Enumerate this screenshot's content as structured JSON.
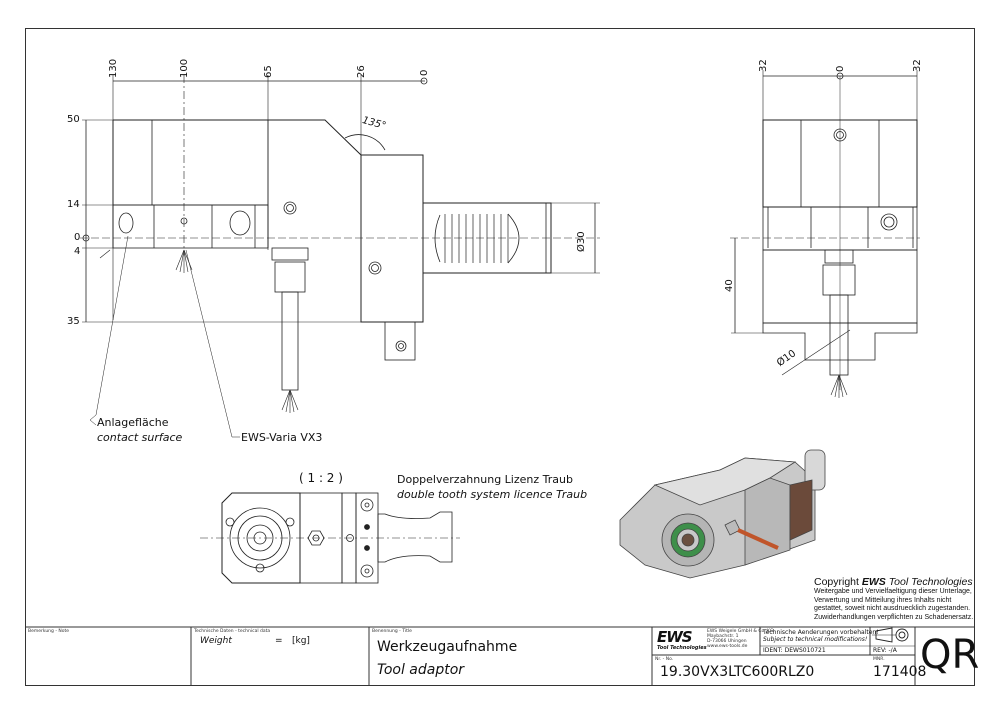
{
  "drawing": {
    "scale_label": "( 1 : 2 )",
    "front_view": {
      "horizontal_dims": [
        "130",
        "100",
        "65",
        "26",
        "0"
      ],
      "vertical_dims": [
        "50",
        "14",
        "0",
        "4",
        "35"
      ],
      "angle": "135°",
      "diameter": "Ø30"
    },
    "side_view": {
      "horizontal_dims": [
        "32",
        "0",
        "32"
      ],
      "vertical_dim": "40",
      "diameter": "Ø10"
    },
    "callouts": {
      "contact_de": "Anlagefläche",
      "contact_en": "contact surface",
      "varia": "EWS-Varia VX3",
      "tooth_de": "Doppelverzahnung Lizenz Traub",
      "tooth_en": "double tooth system licence Traub"
    }
  },
  "copyright": {
    "title_prefix": "Copyright ",
    "title_brand": "EWS",
    "title_suffix": " Tool Technologies",
    "lines": [
      "Weitergabe und Vervielfaeltigung dieser Unterlage,",
      "Verwertung und Mitteilung ihres Inhalts nicht",
      "gestattet, soweit nicht ausdruecklich zugestanden.",
      "Zuwiderhandlungen verpflichten zu Schadenersatz."
    ]
  },
  "title_block": {
    "note_label": "Bemerkung - Note",
    "tech_label": "Technische Daten - technical data",
    "weight_label": "Weight",
    "weight_eq": "=",
    "weight_unit": "[kg]",
    "title_label": "Benennung - Title",
    "title_de": "Werkzeugaufnahme",
    "title_en": "Tool adaptor",
    "logo_text": "EWS",
    "logo_sub": "Tool Technologies",
    "company_lines": [
      "EWS Weigele GmbH & Co. KG",
      "Maybachstr. 1",
      "D-73066 Uhingen",
      "www.ews-tools.de"
    ],
    "notice_de": "Technische Aenderungen vorbehalten!",
    "notice_en": "Subject to technical modifications!",
    "ident": "IDENT:  DEWS010721",
    "rev": "REV:   -/A",
    "nr_label": "Nr. - No.",
    "part_number": "19.30VX3LTC600RLZ0",
    "mnr_label": "MNR.",
    "mnr": "171408",
    "qr": "QR"
  }
}
